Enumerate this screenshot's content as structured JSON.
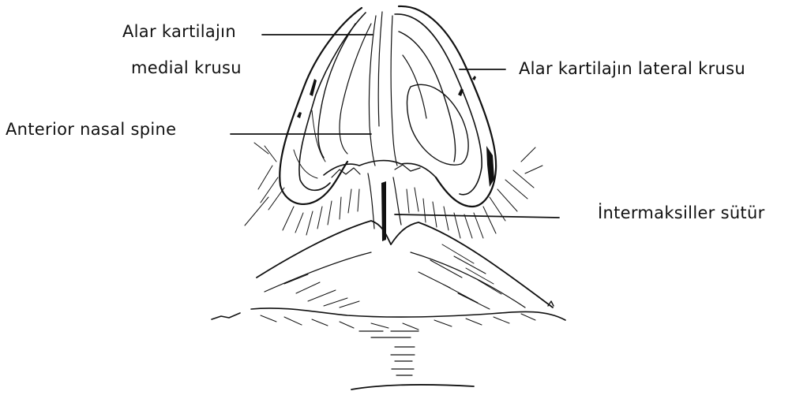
{
  "labels": {
    "medial_crus_line1": "Alar kartilajın",
    "medial_crus_line2": "medial krusu",
    "lateral_crus": "Alar kartilajın lateral krusu",
    "anterior_nasal_spine": "Anterior nasal spine",
    "intermaxillary_suture": "İntermaksiller sütür"
  },
  "colors": {
    "ink": "#111111",
    "background": "#ffffff"
  }
}
